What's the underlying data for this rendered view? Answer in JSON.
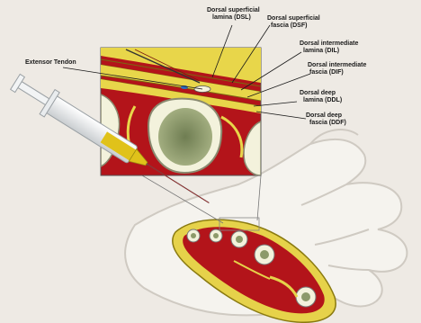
{
  "labels": {
    "extensor_tendon": "Extensor Tendon",
    "dsl": [
      "Dorsal superficial",
      "lamina (DSL)"
    ],
    "dsf": [
      "Dorsal superficial",
      "fascia (DSF)"
    ],
    "dil": [
      "Dorsal intermediate",
      "lamina (DIL)"
    ],
    "dif": [
      "Dorsal intermediate",
      "fascia (DIF)"
    ],
    "ddl": [
      "Dorsal deep",
      "lamina (DDL)"
    ],
    "ddf": [
      "Dorsal deep",
      "fascia (DDF)"
    ]
  },
  "colors": {
    "muscle": "#b3141a",
    "fat": "#e8d64a",
    "bone_cortex": "#f3f2dc",
    "marrow": "#8c9a6a",
    "needle_fluid": "#e0c21a",
    "hand_outline": "#d8d5cf",
    "label_text": "#1a1a1a"
  }
}
